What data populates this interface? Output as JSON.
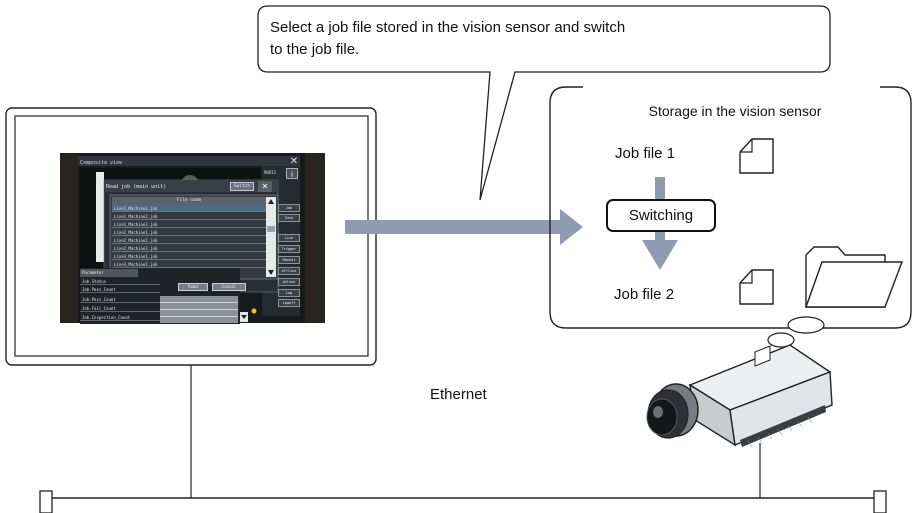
{
  "callout": {
    "line1": "Select a job file stored in the vision sensor and switch",
    "line2": "to the job file."
  },
  "storage": {
    "title": "Storage in the vision sensor",
    "job_file_1": "Job file 1",
    "job_file_2": "Job file 2",
    "switching": "Switching"
  },
  "network": {
    "label": "Ethernet"
  },
  "screen": {
    "title": "Composite view",
    "mode": "RNDIS",
    "info": "i",
    "close": "✕",
    "dialog": {
      "title": "Read job (main unit)",
      "switch_label": "Switch",
      "close": "✕",
      "list_header": "File name",
      "files": [
        "Line1_Machine1.job",
        "Line1_Machine2.job",
        "Line1_Machine3.job",
        "Line2_Machine1.job",
        "Line2_Machine2.job",
        "Line2_Machine3.job",
        "Line3_Machine1.job",
        "Line3_Machine2.job"
      ],
      "read_label": "Read",
      "cancel_label": "Cancel"
    },
    "side_buttons": [
      "Job",
      "Save",
      "Live",
      "Trigger",
      "Manual",
      "Offline",
      "Online",
      "Log",
      "Logoff"
    ],
    "params": {
      "header": "Parameter",
      "rows": [
        "Job.Status",
        "Job.Pass_Count",
        "Job.Pass_Count",
        "Job.Fail_Count",
        "Job.Inspection_Count"
      ]
    }
  },
  "colors": {
    "arrow": "#8f9bb0",
    "screen_bg": "#1c1f22",
    "dialog_bg": "#2b3036",
    "row_bg": "#3c434a",
    "row_selected": "#4d6a86"
  }
}
